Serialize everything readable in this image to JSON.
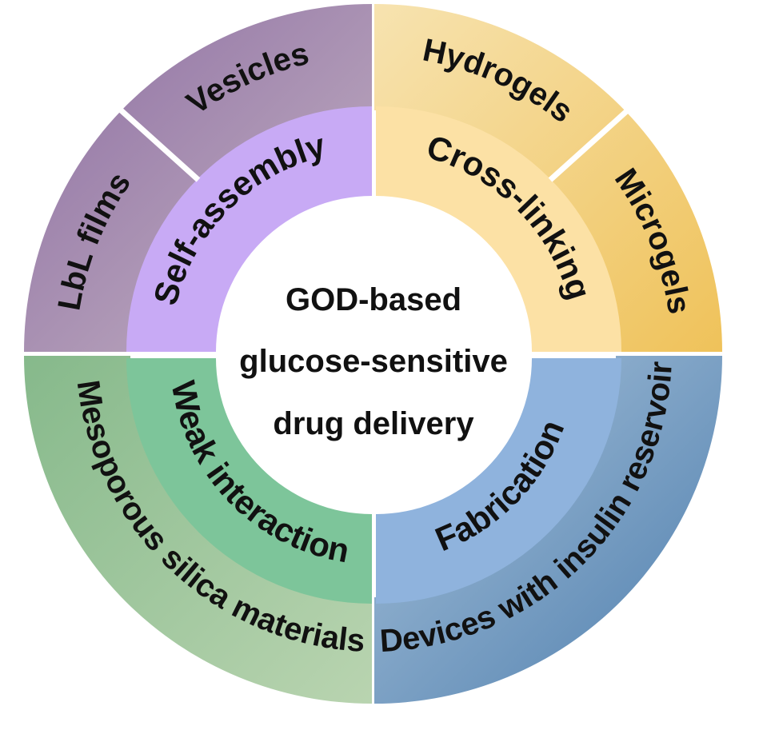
{
  "center": {
    "lines": [
      "GOD-based",
      "glucose-sensitive",
      "drug delivery"
    ]
  },
  "inner_ring": {
    "top_left": "Self-assembly",
    "top_right": "Cross-linking",
    "bottom_left": "Weak interaction",
    "bottom_right": "Fabrication"
  },
  "outer_ring": {
    "vesicles": "Vesicles",
    "lbl_films": "LbL films",
    "hydrogels": "Hydrogels",
    "microgels": "Microgels",
    "mesoporous": "Mesoporous silica materials",
    "devices": "Devices with insulin reservoir"
  },
  "colors": {
    "purple": "#a07fb0",
    "purple_inner": "#c7aaf4",
    "yellow": "#f1c96a",
    "yellow_inner": "#fbe0a2",
    "green": "#8fc096",
    "green_inner": "#7dc59b",
    "blue": "#6d9cc4",
    "blue_inner": "#8fb3dc"
  }
}
